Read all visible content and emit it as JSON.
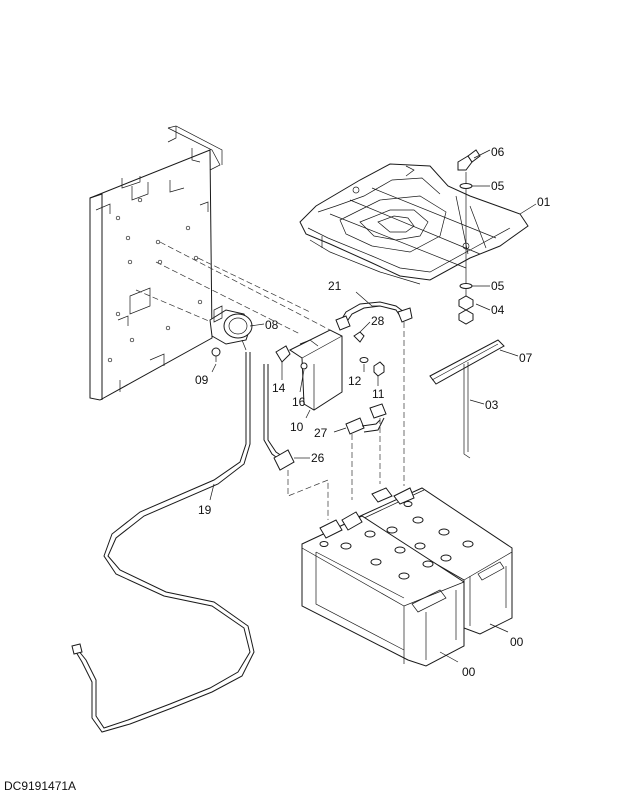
{
  "drawing_code": "DC9191471A",
  "callouts": [
    "06",
    "05",
    "01",
    "05",
    "04",
    "07",
    "03",
    "21",
    "28",
    "08",
    "09",
    "14",
    "16",
    "12",
    "11",
    "10",
    "27",
    "26",
    "19",
    "00",
    "00"
  ]
}
